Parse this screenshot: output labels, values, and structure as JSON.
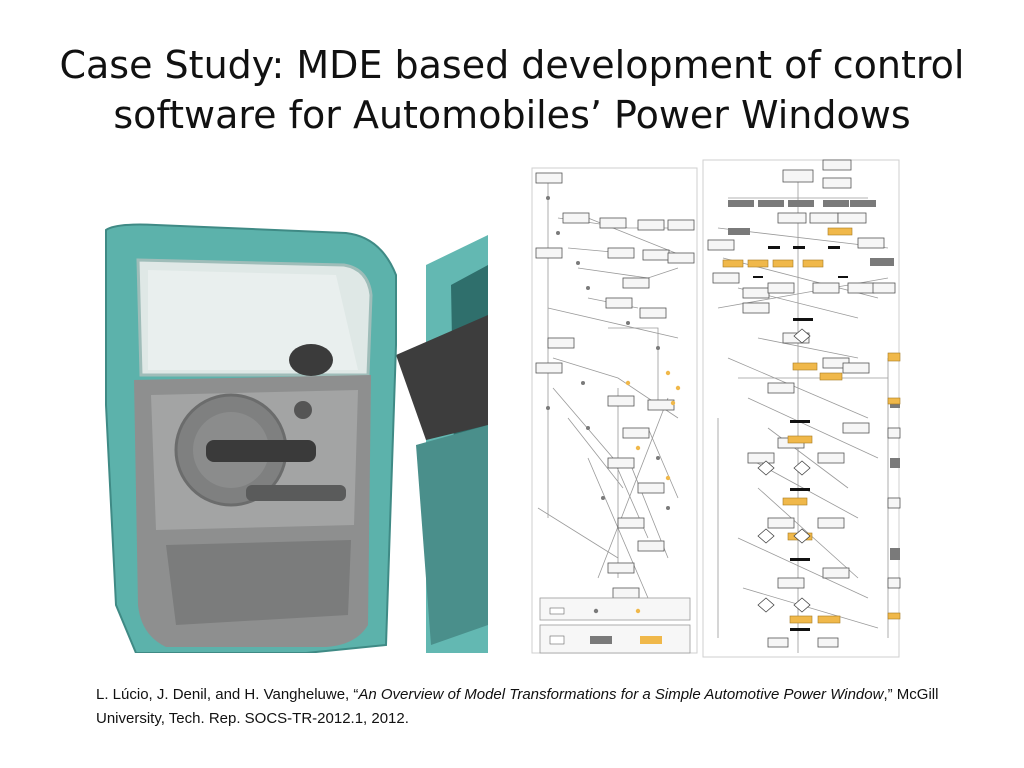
{
  "slide": {
    "title_line1": "Case Study: MDE based development of control",
    "title_line2": "software for Automobiles’ Power Windows"
  },
  "citation": {
    "authors": "L. Lúcio, J. Denil, and H. Vangheluwe, “",
    "paper_title": "An Overview of Model Transformations for a Simple Automotive Power Window",
    "rest": ",” McGill University, Tech. Rep. SOCS-TR-2012.1, 2012."
  },
  "images": {
    "photo": "car-door-photo",
    "diagram": "model-transformation-ftg-pm-diagram"
  },
  "colors": {
    "door_teal": "#5fb7b0",
    "diagram_orange": "#f0b84a",
    "diagram_grey": "#7a7a7a"
  }
}
